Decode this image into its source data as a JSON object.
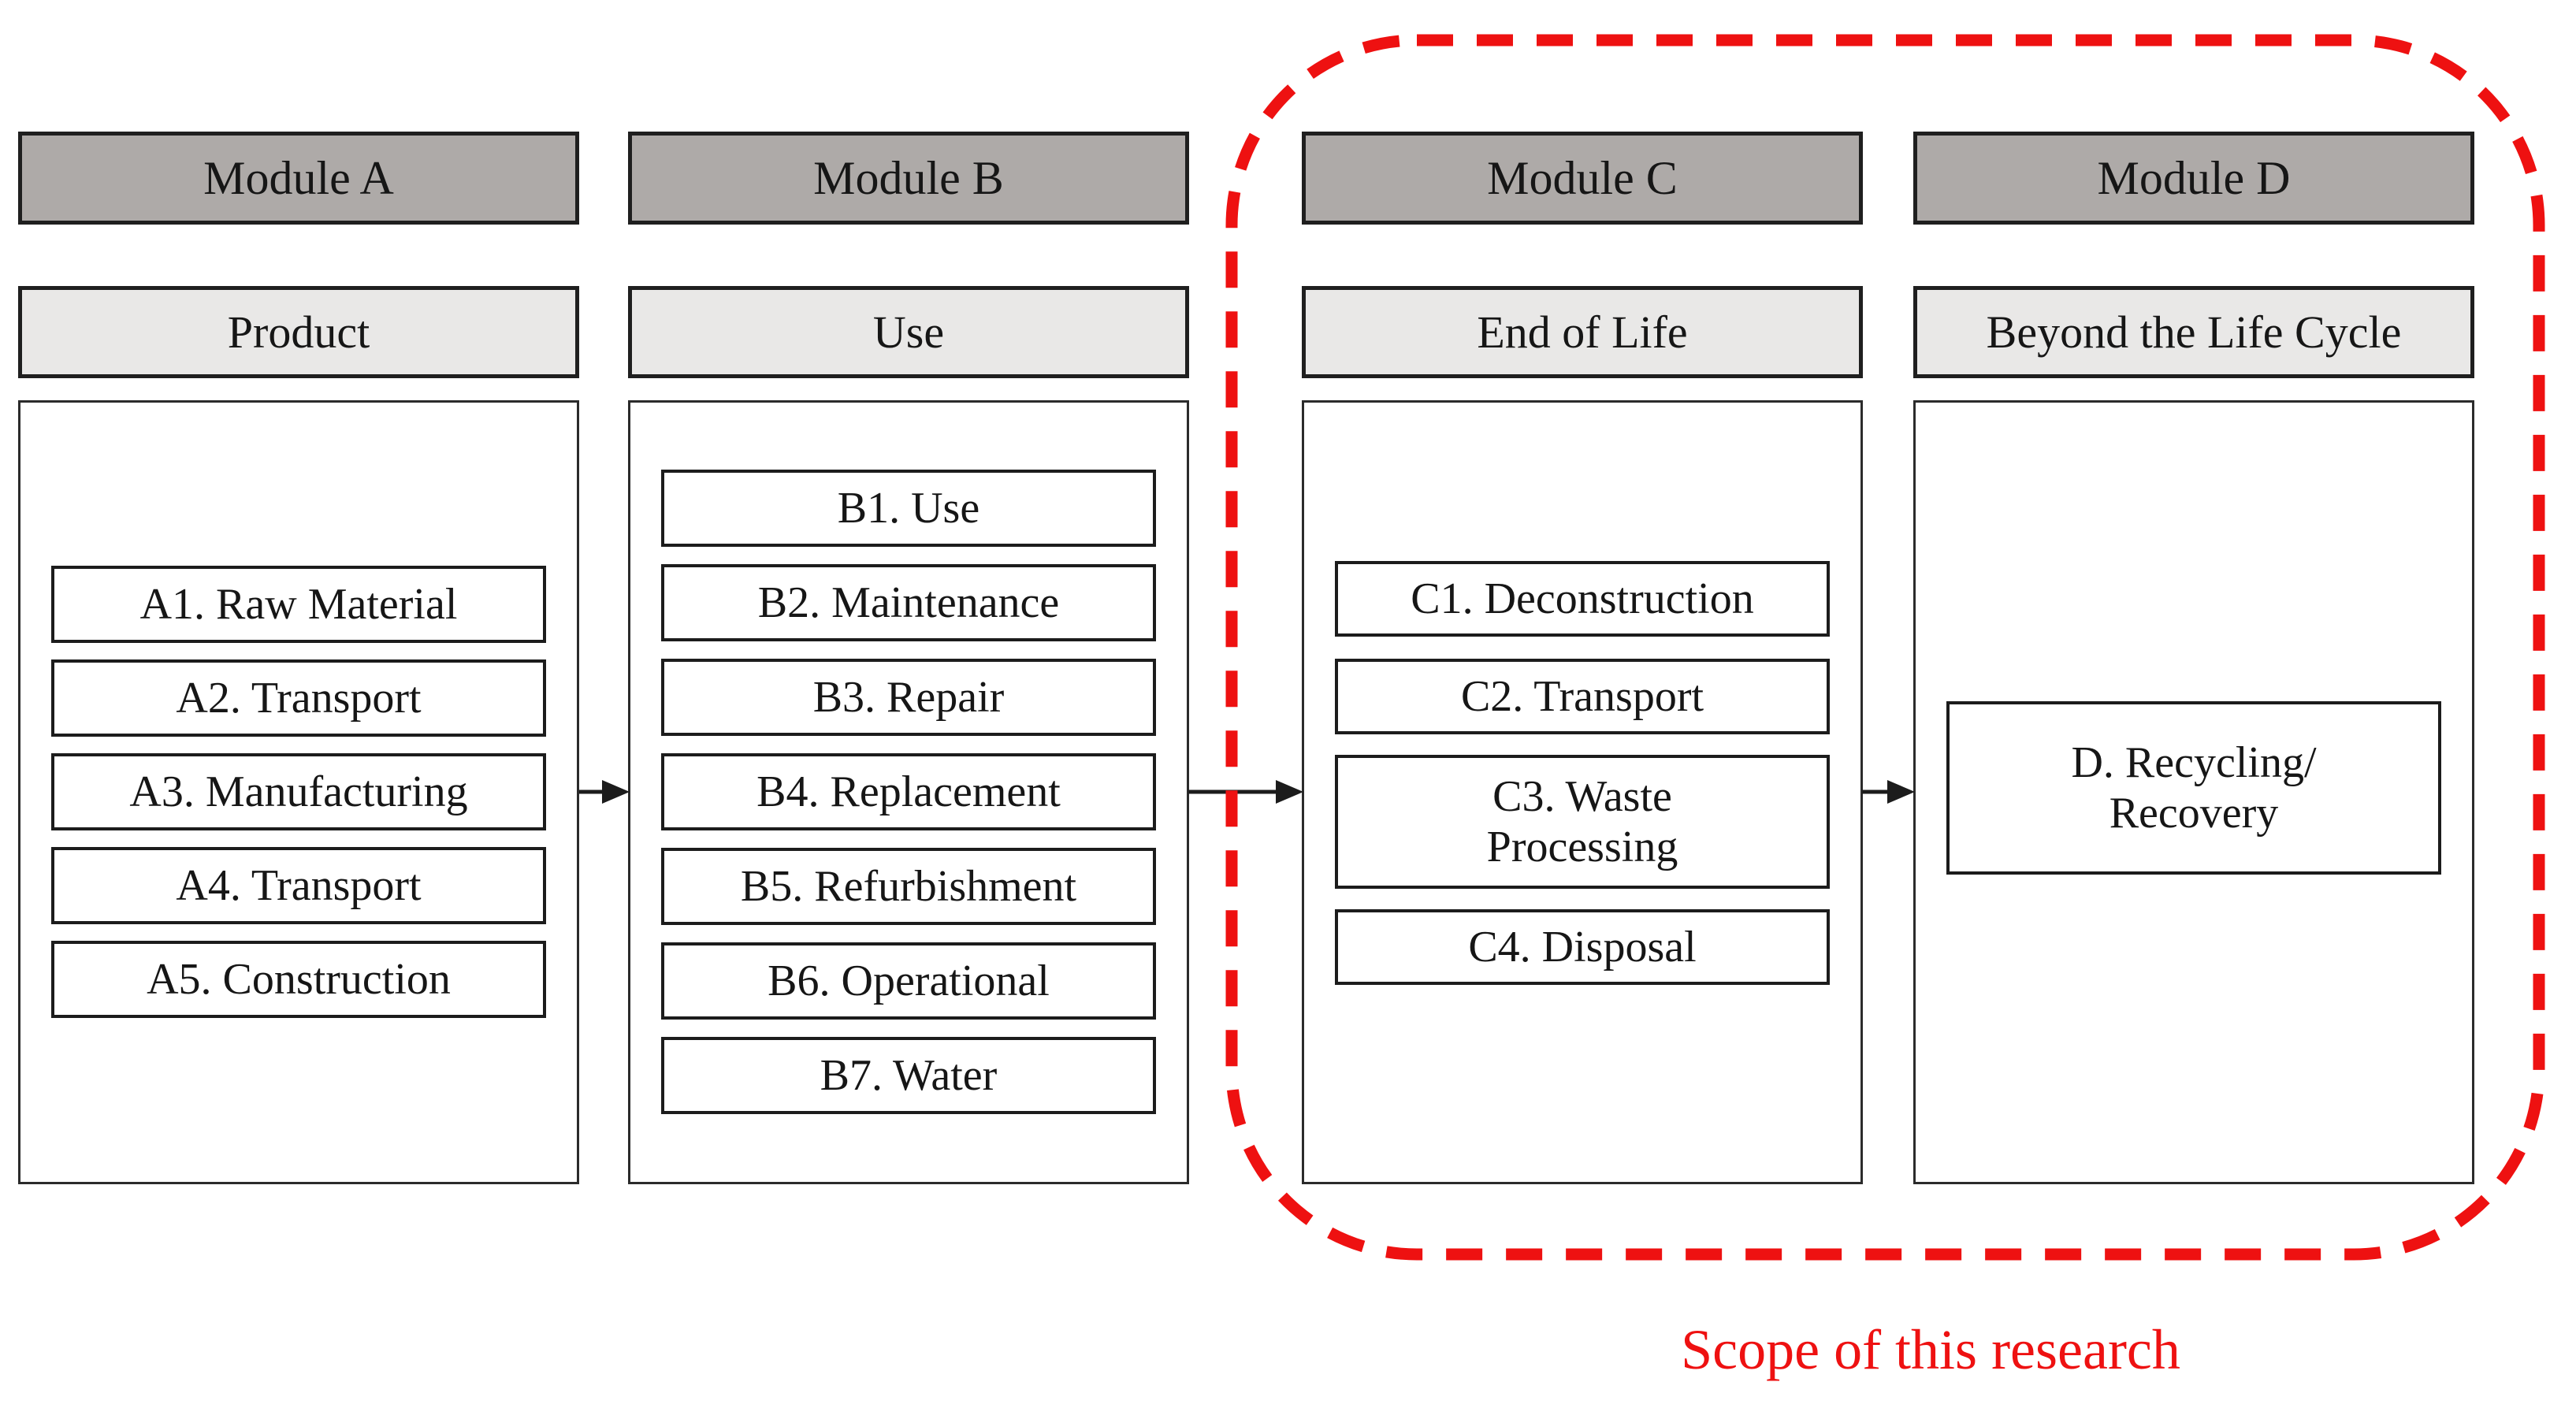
{
  "figure": {
    "title_hint": "Life cycle modules diagram",
    "modules": [
      {
        "header": "Module A",
        "subheader": "Product",
        "items": [
          "A1. Raw Material",
          "A2. Transport",
          "A3. Manufacturing",
          "A4. Transport",
          "A5. Construction"
        ]
      },
      {
        "header": "Module B",
        "subheader": "Use",
        "items": [
          "B1. Use",
          "B2. Maintenance",
          "B3. Repair",
          "B4. Replacement",
          "B5. Refurbishment",
          "B6. Operational",
          "B7. Water"
        ]
      },
      {
        "header": "Module C",
        "subheader": "End of Life",
        "items": [
          "C1. Deconstruction",
          "C2. Transport",
          "C3. Waste\nProcessing",
          "C4. Disposal"
        ]
      },
      {
        "header": "Module D",
        "subheader": "Beyond the Life Cycle",
        "items": [
          "D. Recycling/\nRecovery"
        ]
      }
    ],
    "scope_label": "Scope of this research",
    "colors": {
      "header_fill": "#aeaaa8",
      "subheader_fill": "#e9e8e7",
      "box_border": "#1c1c1c",
      "scope_red": "#ee1111"
    }
  }
}
